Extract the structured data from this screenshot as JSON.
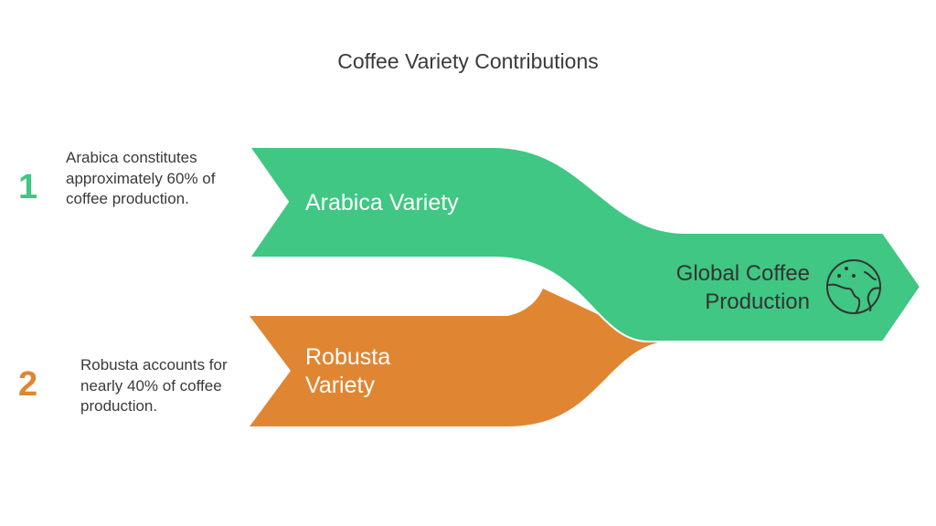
{
  "title": "Coffee Variety Contributions",
  "colors": {
    "green": "#3fc783",
    "orange": "#e08632",
    "text": "#3a3a3a"
  },
  "items": [
    {
      "number": "1",
      "description": "Arabica constitutes approximately 60% of coffee production.",
      "label": "Arabica Variety",
      "color": "#3fc783"
    },
    {
      "number": "2",
      "description": "Robusta accounts for nearly 40% of coffee production.",
      "label": "Robusta Variety",
      "color": "#e08632"
    }
  ],
  "output": {
    "label": "Global Coffee Production",
    "icon": "globe-icon"
  }
}
